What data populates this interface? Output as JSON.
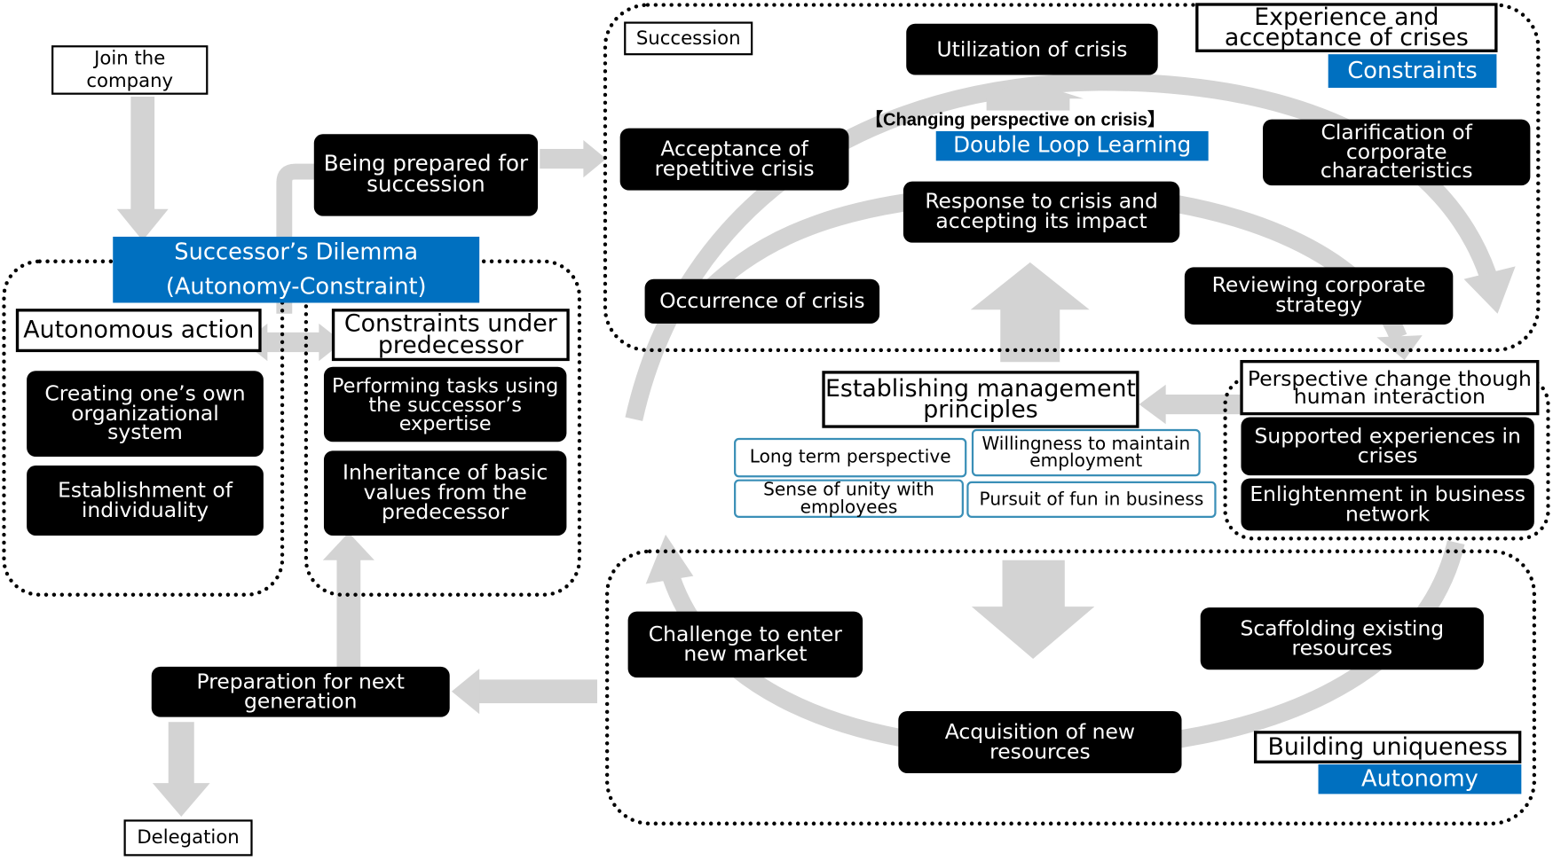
{
  "join_company": "Join the company",
  "delegation": "Delegation",
  "being_prepared": "Being prepared for succession",
  "successors_dilemma": {
    "line1": "Successor’s Dilemma",
    "line2": "(Autonomy-Constraint)"
  },
  "autonomous_action": {
    "header": "Autonomous action",
    "items": [
      "Creating one’s own organizational system",
      "Establishment of individuality"
    ]
  },
  "constraints_predecessor": {
    "header": "Constraints under predecessor",
    "items": [
      "Performing tasks using  the successor’s expertise",
      "Inheritance of basic values from the predecessor"
    ]
  },
  "preparation_next_generation": "Preparation for next generation",
  "succession": {
    "label": "Succession",
    "experience_acceptance": "Experience and acceptance of crises",
    "constraints_tag": "Constraints",
    "changing_perspective": "【Changing perspective on crisis】",
    "double_loop": "Double Loop Learning",
    "utilization": "Utilization of crisis",
    "acceptance_repetitive": "Acceptance of repetitive crisis",
    "clarification": "Clarification of corporate characteristics",
    "response_crisis": "Response to crisis and accepting its impact",
    "occurrence": "Occurrence of crisis",
    "reviewing_strategy": "Reviewing corporate strategy"
  },
  "management_principles": {
    "title": "Establishing management principles",
    "items": [
      "Long term perspective",
      "Willingness to maintain employment",
      "Sense of unity with employees",
      "Pursuit of fun in business"
    ]
  },
  "perspective_change": {
    "header": "Perspective change though human interaction",
    "items": [
      "Supported experiences in crises",
      "Enlightenment in business network"
    ]
  },
  "uniqueness": {
    "challenge_market": "Challenge to enter new market",
    "scaffolding": "Scaffolding existing resources",
    "acquisition": "Acquisition of new resources",
    "building_uniqueness": "Building uniqueness",
    "autonomy_tag": "Autonomy"
  },
  "colors": {
    "blue": "#0070c0",
    "arrow_gray": "#d3d3d3",
    "tag_border": "#3a8fb7",
    "box": "#000000"
  }
}
